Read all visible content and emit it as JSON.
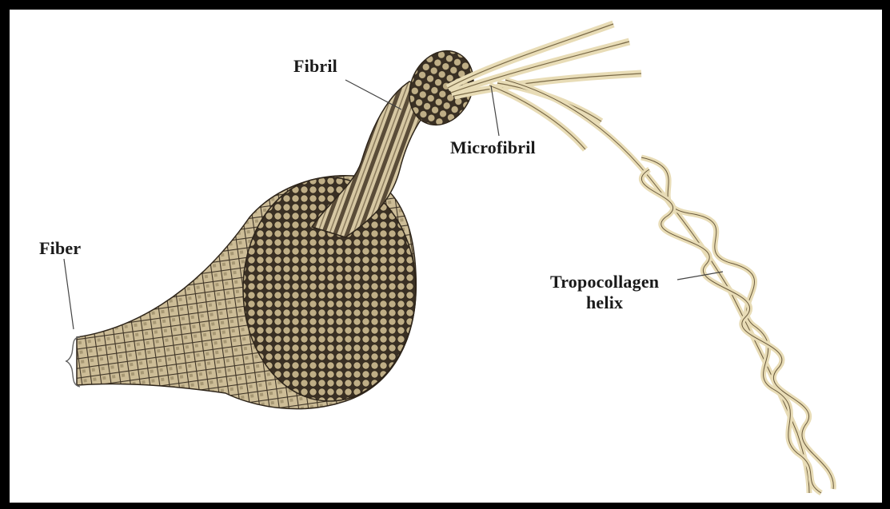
{
  "labels": {
    "fibril": "Fibril",
    "microfibril": "Microfibril",
    "fiber": "Fiber",
    "tropocollagen_line1": "Tropocollagen",
    "tropocollagen_line2": "helix"
  },
  "colors": {
    "frame": "#000000",
    "fiber_light": "#d8c9a4",
    "fiber_dark": "#4a3f30",
    "helix_strand": "#e6d9b0",
    "label_text": "#1a1a1a"
  }
}
